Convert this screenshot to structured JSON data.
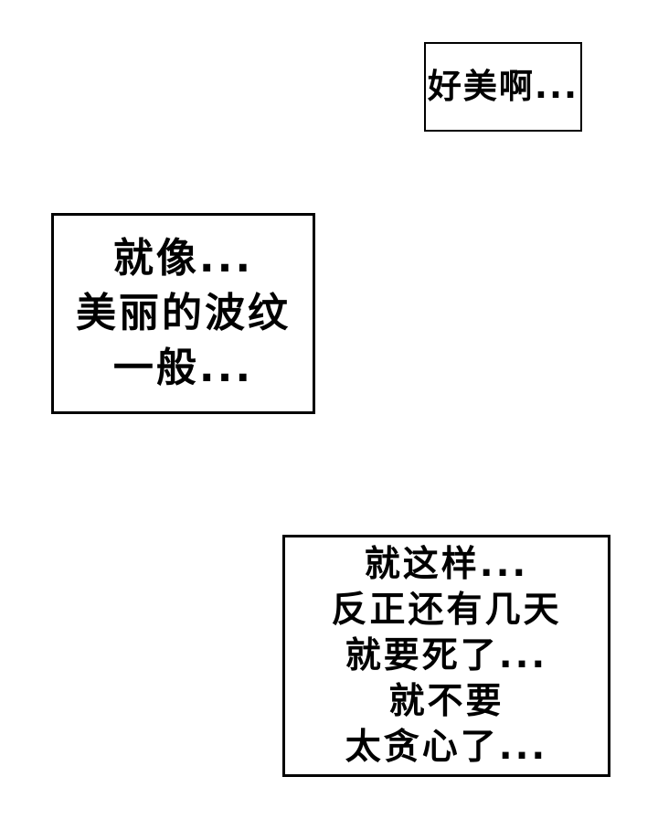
{
  "page": {
    "background_color": "#ffffff",
    "box_background_color": "#ffffff",
    "box_border_color": "#000000",
    "text_color": "#000000"
  },
  "captions": [
    {
      "name": "caption-top-right",
      "lines": [
        "好美啊..."
      ]
    },
    {
      "name": "caption-middle-left",
      "lines": [
        "就像...",
        "美丽的波纹",
        "一般..."
      ]
    },
    {
      "name": "caption-bottom-right",
      "lines": [
        "就这样...",
        "反正还有几天",
        "就要死了...",
        "就不要",
        "太贪心了..."
      ]
    }
  ]
}
